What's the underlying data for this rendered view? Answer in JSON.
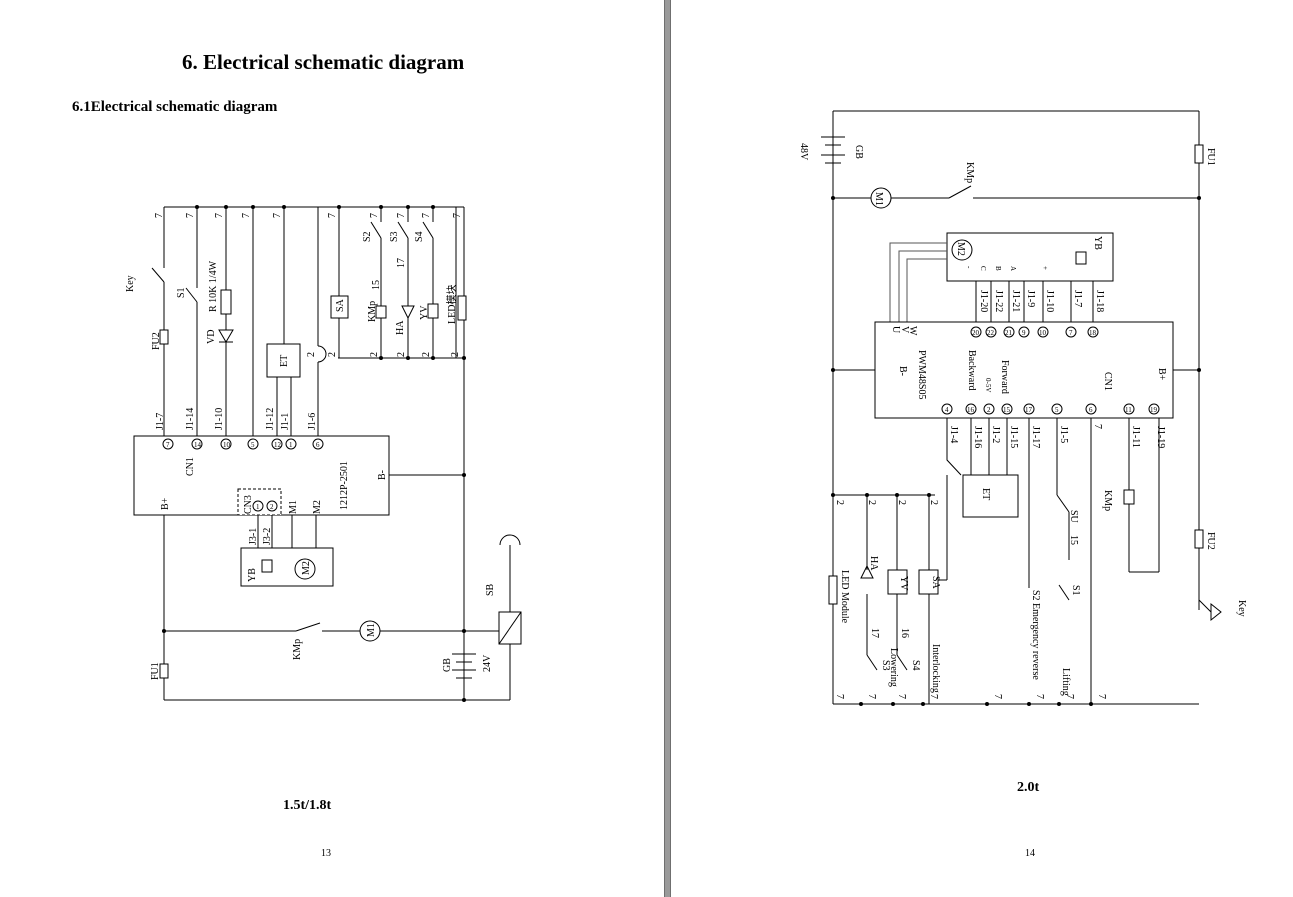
{
  "left_page": {
    "title": "6.   Electrical schematic diagram",
    "subtitle": "6.1Electrical schematic diagram",
    "caption": "1.5t/1.8t",
    "page_number": "13",
    "labels": {
      "key": "Key",
      "s1": "S1",
      "fu2": "FU2",
      "vd": "VD",
      "resistor": "R 10K 1/4W",
      "et": "ET",
      "sa": "SA",
      "s2": "S2",
      "s3": "S3",
      "s4": "S4",
      "kmp": "KMp",
      "ha": "HA",
      "yv": "YV",
      "led": "LED模块",
      "n15": "15",
      "n17": "17",
      "cn1": "CN1",
      "bplus": "B+",
      "bminus": "B-",
      "controller": "1212P-2501",
      "cn3": "CN3",
      "j31": "J3-1",
      "j32": "J3-2",
      "yb": "YB",
      "m1": "M1",
      "m2": "M2",
      "sb": "SB",
      "gb": "GB",
      "v24": "24V",
      "fu1": "FU1",
      "kmp_bottom": "KMp",
      "m1_motor": "M1"
    },
    "wire_numbers_7": [
      "7",
      "7",
      "7",
      "7",
      "7",
      "7",
      "7",
      "7",
      "7",
      "7"
    ],
    "wire_numbers_2": [
      "2",
      "2",
      "2",
      "2",
      "2",
      "2"
    ],
    "connector_labels": [
      "J1-7",
      "J1-14",
      "J1-10",
      "J1-12",
      "J1-1",
      "J1-6"
    ],
    "pins": [
      "7",
      "14",
      "10",
      "5",
      "12",
      "1",
      "6"
    ],
    "cn3_pins": [
      "1",
      "2"
    ]
  },
  "right_page": {
    "caption": "2.0t",
    "page_number": "14",
    "labels": {
      "v48": "48V",
      "gb": "GB",
      "fu1": "FU1",
      "kmp": "KMp",
      "m1": "M1",
      "m2": "M2",
      "yb": "YB",
      "controller": "PWM48S05",
      "cn1": "CN1",
      "bplus": "B+",
      "bminus": "B-",
      "forward": "Forward",
      "backward": "Backward",
      "range": "0-5V",
      "et": "ET",
      "kmp2": "KMp",
      "su": "SU",
      "n15": "15",
      "s1": "S1",
      "s2_label": "S2 Emergency reverse",
      "fu2": "FU2",
      "key": "Key",
      "ha": "HA",
      "yv": "YV",
      "sa": "SA",
      "led": "LED Module",
      "n17": "17",
      "n16": "16",
      "s3": "S3",
      "s4": "S4",
      "lowering": "Lowering",
      "interlocking": "Interlocking",
      "lifting": "Lifting"
    },
    "motor_terms": [
      "U",
      "V",
      "W"
    ],
    "sensor_terms": [
      "+",
      "A",
      "B",
      "C",
      "-"
    ],
    "top_connectors": [
      "J1-10",
      "J1-9",
      "J1-21",
      "J1-22",
      "J1-20",
      "J1-7",
      "J1-18"
    ],
    "top_pins": [
      "10",
      "9",
      "21",
      "22",
      "20",
      "7",
      "18"
    ],
    "bottom_pins": [
      "4",
      "16",
      "2",
      "15",
      "17",
      "5",
      "6",
      "11",
      "19"
    ],
    "bottom_connectors": [
      "J1-4",
      "J1-16",
      "J1-2",
      "J1-15",
      "J1-17",
      "J1-5",
      "J1-11",
      "J1-19"
    ],
    "wire_7": "7",
    "wire_2": "2"
  }
}
